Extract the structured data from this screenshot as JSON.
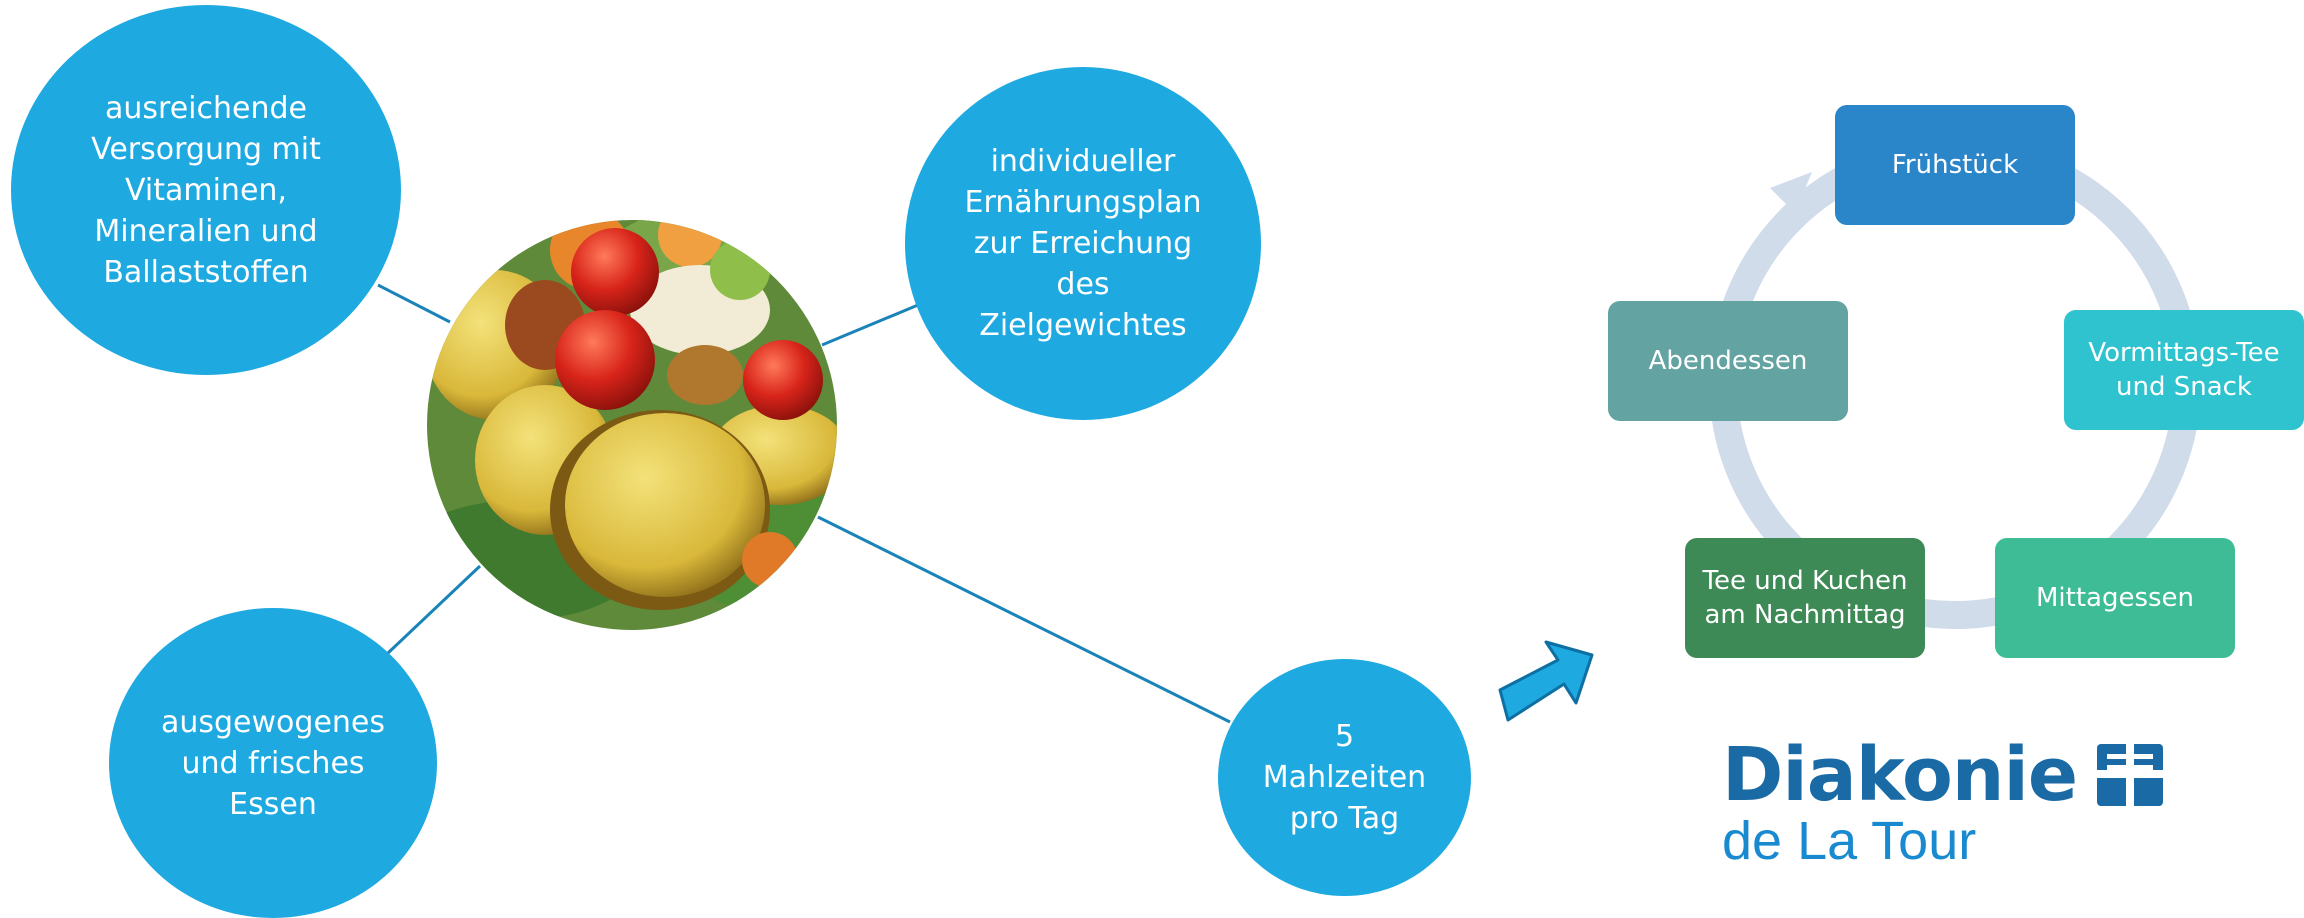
{
  "bubbles": {
    "vitamins": "ausreichende\nVersorgung mit\nVitaminen,\nMineralien und\nBallaststoffen",
    "plan": "individueller\nErnährungsplan\nzur Erreichung\ndes\nZielgewichtes",
    "balanced": "ausgewogenes\nund frisches\nEssen",
    "meals": "5\nMahlzeiten\npro Tag"
  },
  "cycle": {
    "breakfast": "Frühstück",
    "morning_tea": "Vormittags-Tee\nund Snack",
    "lunch": "Mittagessen",
    "afternoon_tea": "Tee und Kuchen\nam Nachmittag",
    "dinner": "Abendessen"
  },
  "logo": {
    "name": "Diakonie",
    "subtitle": "de La Tour"
  },
  "colors": {
    "bubble": "#1ea9e1",
    "breakfast": "#2b85c9",
    "morning_tea": "#2ec3cf",
    "lunch": "#3ebc95",
    "afternoon_tea": "#3e8a56",
    "dinner": "#63a3a2",
    "cycle_ring": "#d0dcea"
  }
}
